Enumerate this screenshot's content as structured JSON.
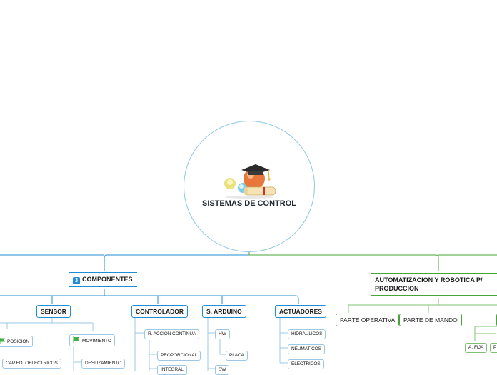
{
  "central": {
    "title": "SISTEMAS DE CONTROL",
    "image": "graduation-cap-and-diploma"
  },
  "branches": {
    "componentes": {
      "label": "COMPONENTES",
      "badge": "3"
    },
    "automatizacion": {
      "label": "AUTOMATIZACION  Y ROBOTICA P/ PRODUCCION"
    }
  },
  "componentes": {
    "sensor": {
      "label": "SENSOR",
      "children": {
        "posicion": "POSICION",
        "cap": "CAP FOTOELECTRICOS",
        "movimiento": "MOVIMIENTO",
        "deslizamiento": "DESLIZAMIENTO"
      }
    },
    "controlador": {
      "label": "CONTROLADOR",
      "children": {
        "r_accion": "R. ACCION CONTINUA",
        "proporcional": "PROPORCIONAL",
        "integral": "INTEGRAL"
      }
    },
    "arduino": {
      "label": "S. ARDUINO",
      "children": {
        "hw": "HW",
        "placa": "PLACA",
        "sw": "SW"
      }
    },
    "actuadores": {
      "label": "ACTUADORES",
      "children": {
        "hidraulicos": "HIDRAULICOS",
        "neumaticos": "NEUMATICOS",
        "electricos": "ELECTRICOS"
      }
    }
  },
  "automatizacion": {
    "parte_operativa": "PARTE OPERATIVA",
    "parte_mando": "PARTE DE MANDO",
    "a_fija": "A. FIJA",
    "partial": "P"
  },
  "colors": {
    "blue": "#1f8ed6",
    "green": "#46a536",
    "flag": "#3fb042",
    "central_border": "#8cc7e6"
  }
}
